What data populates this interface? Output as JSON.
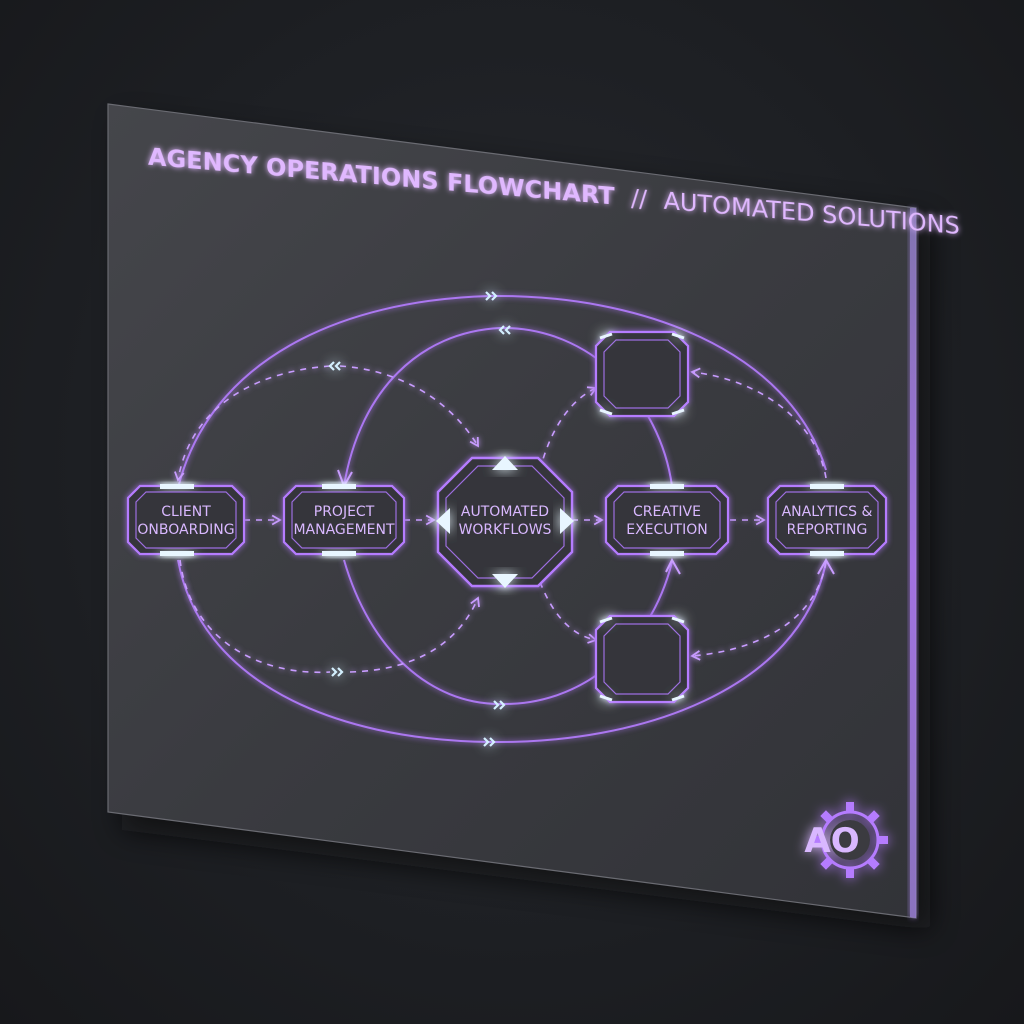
{
  "title": {
    "main": "AGENCY OPERATIONS FLOWCHART",
    "separator": "//",
    "sub": "AUTOMATED SOLUTIONS"
  },
  "nodes": {
    "client_onboarding": {
      "line1": "CLIENT",
      "line2": "ONBOARDING"
    },
    "project_management": {
      "line1": "PROJECT",
      "line2": "MANAGEMENT"
    },
    "automated_workflows": {
      "line1": "AUTOMATED",
      "line2": "WORKFLOWS"
    },
    "creative_execution": {
      "line1": "CREATIVE",
      "line2": "EXECUTION"
    },
    "analytics_reporting": {
      "line1": "ANALYTICS &",
      "line2": "REPORTING"
    }
  },
  "logo": {
    "text": "AO",
    "icon": "gear-icon"
  },
  "colors": {
    "accent": "#b57cff",
    "accent_light": "#d9b8ff",
    "node_glow": "#a8d8ff",
    "panel_bg": "#3a3b40",
    "background": "#1d1f23"
  }
}
